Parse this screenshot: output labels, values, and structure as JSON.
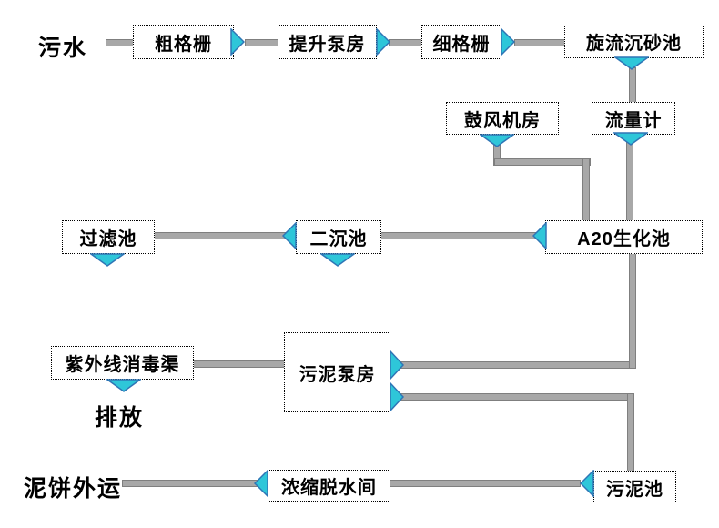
{
  "diagram": {
    "type": "process-flow",
    "language": "zh-CN",
    "subject": "sewage treatment plant process flow"
  },
  "colors": {
    "arrow_fill": "#2EC6D9",
    "arrow_stroke": "#2E75B6",
    "pipe_fill": "#A8A8A8",
    "pipe_edge": "#7F7F7F",
    "box_border": "#000000",
    "ink": "#000000",
    "bg": "#FFFFFF"
  },
  "free_labels": {
    "inflow": "污水",
    "discharge": "排放",
    "cake_out": "泥饼外运"
  },
  "nodes": {
    "coarse_screen": {
      "label": "粗格栅"
    },
    "lift_pump_station": {
      "label": "提升泵房"
    },
    "fine_screen": {
      "label": "细格栅"
    },
    "cyclone_grit_chamber": {
      "label": "旋流沉砂池"
    },
    "blower_room": {
      "label": "鼓风机房"
    },
    "flow_meter": {
      "label": "流量计"
    },
    "a2o_tank": {
      "label": "A20生化池"
    },
    "secondary_clarifier": {
      "label": "二沉池"
    },
    "filter_tank": {
      "label": "过滤池"
    },
    "uv_channel": {
      "label": "紫外线消毒渠"
    },
    "sludge_pump_station": {
      "label": "污泥泵房"
    },
    "dewatering_room": {
      "label": "浓缩脱水间"
    },
    "sludge_tank": {
      "label": "污泥池"
    }
  },
  "edges": [
    {
      "from": "污水",
      "to": "粗格栅",
      "directed": true
    },
    {
      "from": "粗格栅",
      "to": "提升泵房",
      "directed": true
    },
    {
      "from": "提升泵房",
      "to": "细格栅",
      "directed": true
    },
    {
      "from": "细格栅",
      "to": "旋流沉砂池",
      "directed": true
    },
    {
      "from": "旋流沉砂池",
      "to": "流量计",
      "directed": true
    },
    {
      "from": "流量计",
      "to": "A20生化池",
      "directed": true
    },
    {
      "from": "鼓风机房",
      "to": "A20生化池",
      "directed": true
    },
    {
      "from": "A20生化池",
      "to": "二沉池",
      "directed": true
    },
    {
      "from": "二沉池",
      "to": "过滤池",
      "directed": true
    },
    {
      "from": "过滤池",
      "to": null,
      "directed": true,
      "direction": "down"
    },
    {
      "from": "二沉池",
      "to": null,
      "directed": true,
      "direction": "down"
    },
    {
      "from": "紫外线消毒渠",
      "to": "排放",
      "directed": true
    },
    {
      "from": "紫外线消毒渠",
      "to": "污泥泵房",
      "directed": false
    },
    {
      "from": "污泥泵房",
      "to": "A20生化池",
      "directed": true
    },
    {
      "from": "污泥泵房",
      "to": "污泥池",
      "directed": true
    },
    {
      "from": "污泥池",
      "to": "浓缩脱水间",
      "directed": true
    },
    {
      "from": "浓缩脱水间",
      "to": "泥饼外运",
      "directed": true
    }
  ]
}
